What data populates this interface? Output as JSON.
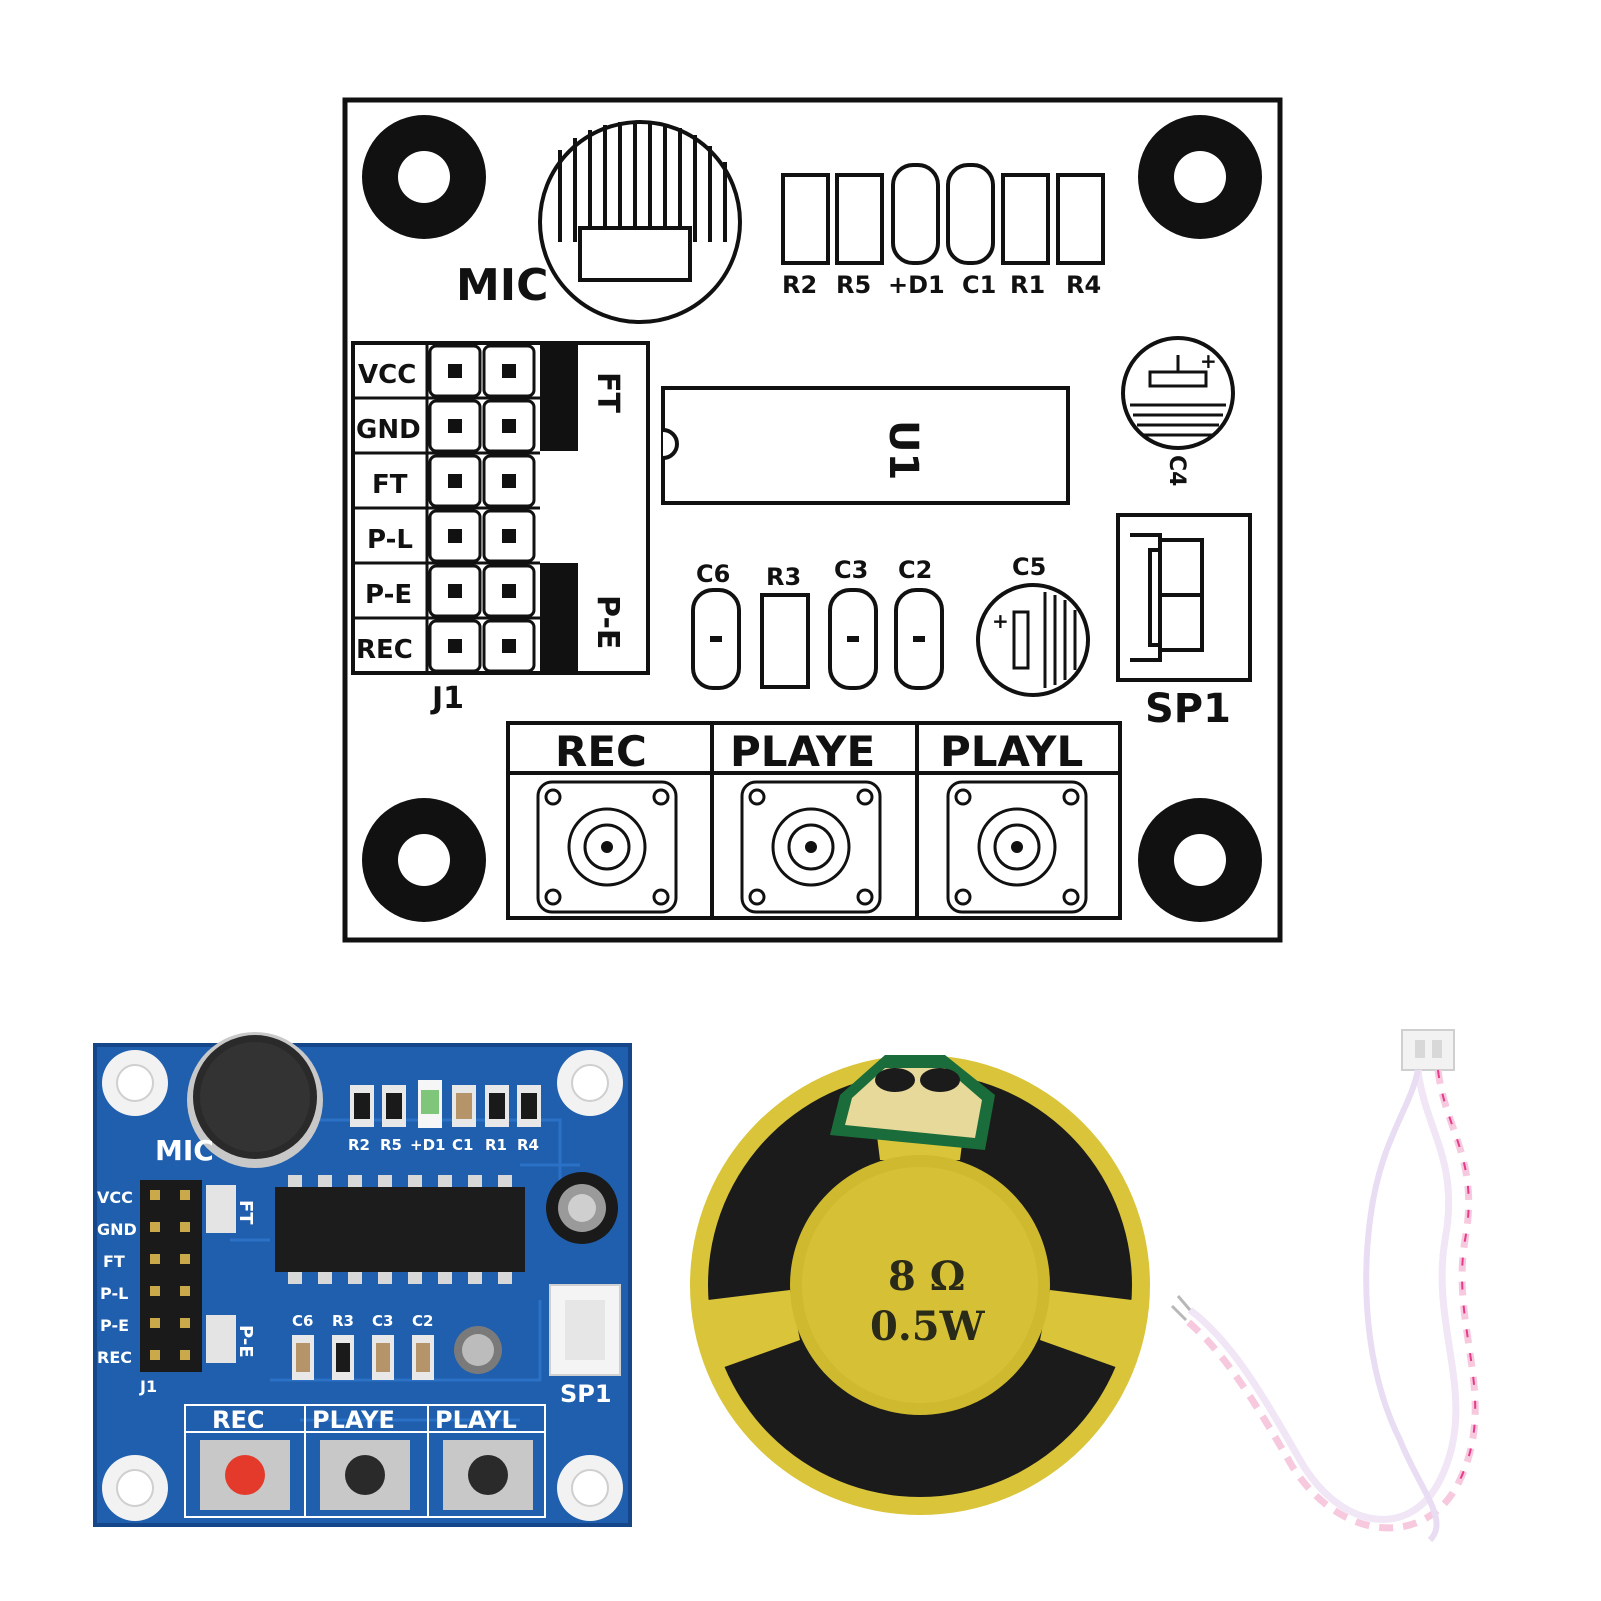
{
  "colors": {
    "pcb_blue": "#1f5fae",
    "pcb_dark": "#16468a",
    "speaker_yellow": "#d9c43a",
    "speaker_black": "#1b1b1b",
    "button_red": "#e43a2c",
    "wire_pink": "#e83a8a"
  },
  "layout_labels": {
    "mic": "MIC",
    "resistor_row": [
      "R2",
      "R5",
      "+D1",
      "C1",
      "R1",
      "R4"
    ],
    "pins": [
      "VCC",
      "GND",
      "FT",
      "P-L",
      "P-E",
      "REC"
    ],
    "jumper_top": "FT",
    "jumper_bottom": "P-E",
    "header": "J1",
    "chip": "U1",
    "cap_c4": "C4",
    "lower_parts": [
      "C6",
      "R3",
      "C3",
      "C2"
    ],
    "cap_c5": "C5",
    "speaker_port": "SP1",
    "buttons": [
      "REC",
      "PLAYE",
      "PLAYL"
    ]
  },
  "board_labels": {
    "mic": "MIC",
    "resistor_row": [
      "R2",
      "R5",
      "+D1",
      "C1",
      "R1",
      "R4"
    ],
    "pins": [
      "VCC",
      "GND",
      "FT",
      "P-L",
      "P-E",
      "REC"
    ],
    "jumper_top": "FT",
    "jumper_bottom": "P-E",
    "header": "J1",
    "lower_parts": [
      "C6",
      "R3",
      "C3",
      "C2"
    ],
    "speaker_port": "SP1",
    "buttons": [
      "REC",
      "PLAYE",
      "PLAYL"
    ]
  },
  "speaker": {
    "impedance": "8 Ω",
    "power": "0.5W"
  }
}
